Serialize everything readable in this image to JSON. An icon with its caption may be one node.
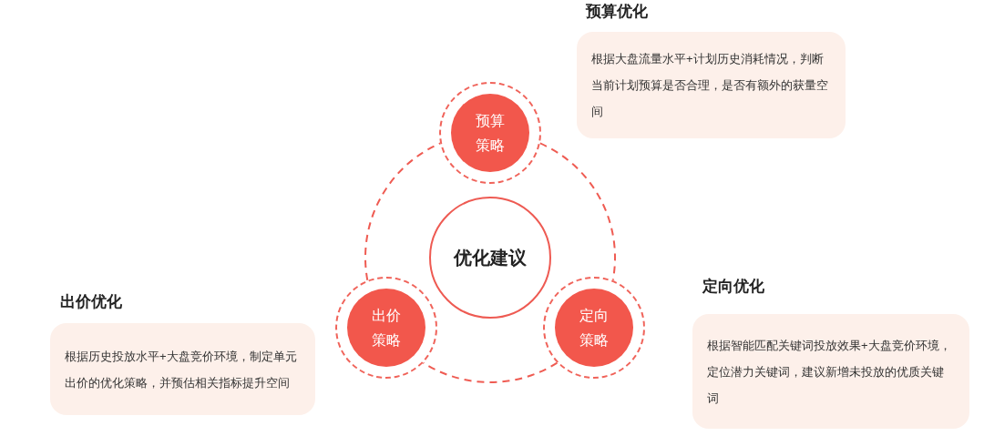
{
  "diagram": {
    "nodes": [
      {
        "text": [
          "优化建议"
        ]
      },
      {
        "text": [
          "预算策略"
        ]
      },
      {
        "text": [
          "出价策略"
        ]
      },
      {
        "text": [
          "定向策略"
        ]
      },
      {
        "text": [
          "预算优化",
          "根据大盘流量水平+计划历史消耗情况，判断当前计划预算是否合理，是否有额外的获量空间"
        ]
      },
      {
        "text": [
          "出价优化",
          "根据历史投放水平+大盘竞价环境，制定单元出价的优化策略，并预估相关指标提升空间"
        ]
      },
      {
        "text": [
          "定向优化",
          "根据智能匹配关键词投放效果+大盘竞价环境，定位潜力关键词，建议新增未投放的优质关键词"
        ]
      }
    ],
    "edges": [
      {
        "from": 1,
        "to": 3,
        "arrow": "none",
        "style": "dashed"
      },
      {
        "from": 3,
        "to": 2,
        "arrow": "none",
        "style": "dashed"
      },
      {
        "from": 2,
        "to": 1,
        "arrow": "none",
        "style": "dashed"
      }
    ]
  }
}
